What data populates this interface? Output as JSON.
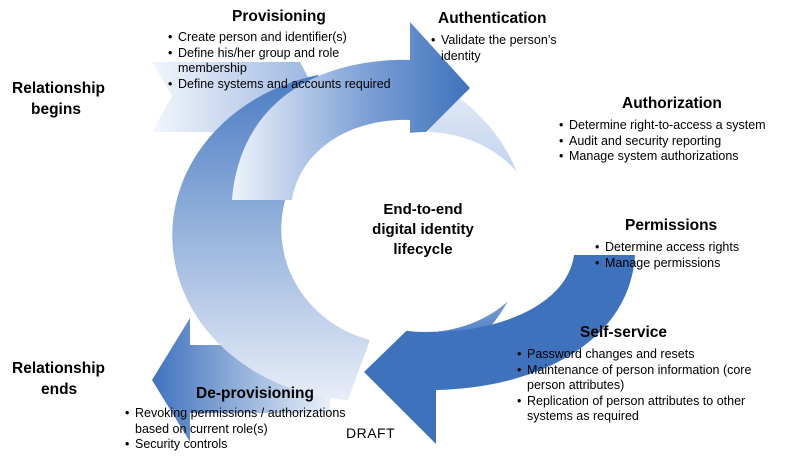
{
  "center": {
    "lines": [
      "End-to-end",
      "digital identity",
      "lifecycle"
    ]
  },
  "relationship_begins": {
    "lines": [
      "Relationship",
      "begins"
    ]
  },
  "relationship_ends": {
    "lines": [
      "Relationship",
      "ends"
    ]
  },
  "provisioning": {
    "title": "Provisioning",
    "items": [
      "Create person and identifier(s)",
      "Define his/her group and role membership",
      "Define systems and accounts required"
    ]
  },
  "authentication": {
    "title": "Authentication",
    "items": [
      "Validate the person’s identity"
    ]
  },
  "authorization": {
    "title": "Authorization",
    "items": [
      "Determine right-to-access a system",
      "Audit and security reporting",
      "Manage system authorizations"
    ]
  },
  "permissions": {
    "title": "Permissions",
    "items": [
      "Determine access rights",
      "Manage permissions"
    ]
  },
  "self_service": {
    "title": "Self-service",
    "items": [
      "Password changes and resets",
      "Maintenance of person information (core person attributes)",
      "Replication of person attributes to other systems as required"
    ]
  },
  "deprovisioning": {
    "title": "De-provisioning",
    "items": [
      "Revoking permissions / authorizations based on current role(s)",
      "Security controls"
    ]
  },
  "watermark": "DRAFT",
  "colors": {
    "arrow_dark": "#3e72bd",
    "arrow_light": "#d6e2f3"
  }
}
